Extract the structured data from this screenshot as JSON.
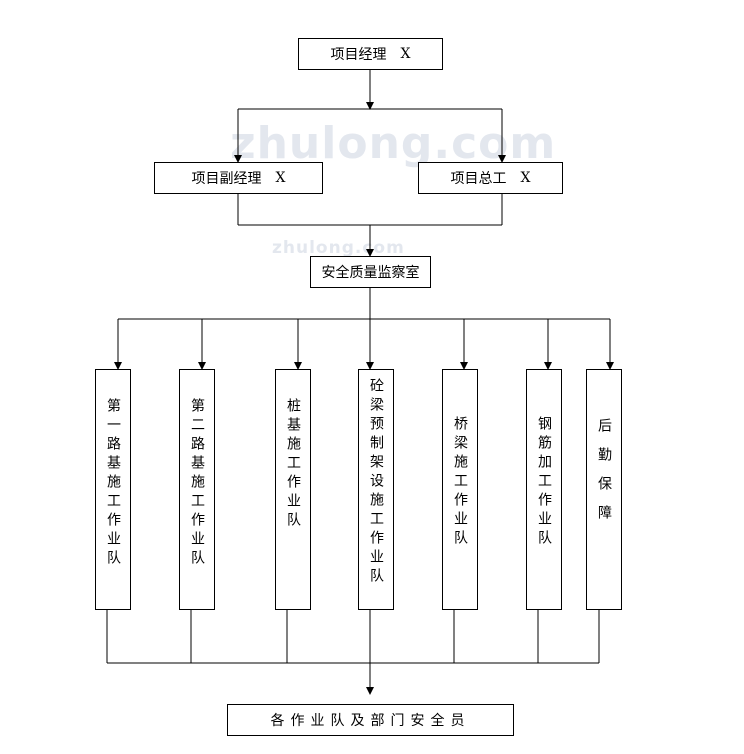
{
  "watermark": {
    "main": "zhulong.com",
    "small": "zhulong.com"
  },
  "nodes": {
    "pm": {
      "label": "项目经理",
      "name": "X"
    },
    "deputy": {
      "label": "项目副经理",
      "name": "X"
    },
    "chief": {
      "label": "项目总工",
      "name": "X"
    },
    "office": {
      "label": "安全质量监察室"
    },
    "teams": [
      {
        "label": "第一路基施工作业队"
      },
      {
        "label": "第二路基施工作业队"
      },
      {
        "label": "桩基施工作业队"
      },
      {
        "label": "砼梁预制架设施工作业队"
      },
      {
        "label": "桥梁施工作业队"
      },
      {
        "label": "钢筋加工作业队"
      },
      {
        "label": "后勤保障"
      }
    ],
    "bottom": {
      "label": "各作业队及部门安全员"
    }
  }
}
